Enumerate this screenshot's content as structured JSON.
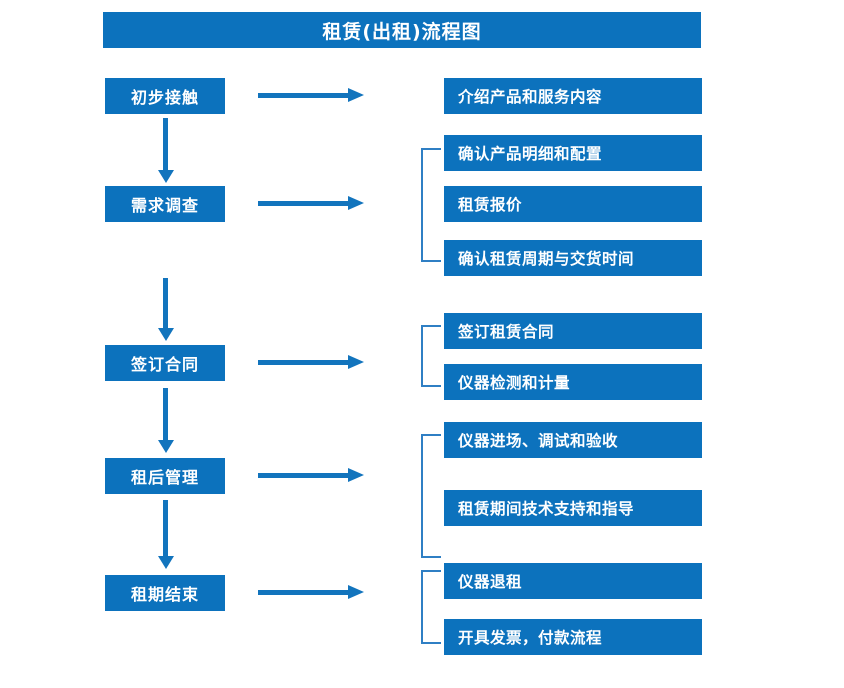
{
  "title": "租赁(出租)流程图",
  "colors": {
    "box_blue": "#0c72bd",
    "arrow_blue": "#1274bd",
    "bracket_blue": "#2f7fc4",
    "text_white": "#ffffff",
    "background": "#ffffff"
  },
  "stages": [
    {
      "id": "initial-contact",
      "label": "初步接触"
    },
    {
      "id": "demand-survey",
      "label": "需求调查"
    },
    {
      "id": "sign-contract",
      "label": "签订合同"
    },
    {
      "id": "post-rent-manage",
      "label": "租后管理"
    },
    {
      "id": "lease-end",
      "label": "租期结束"
    }
  ],
  "details": [
    {
      "id": "d1",
      "label": "介绍产品和服务内容",
      "group": 1
    },
    {
      "id": "d2",
      "label": "确认产品明细和配置",
      "group": 2
    },
    {
      "id": "d3",
      "label": "租赁报价",
      "group": 2
    },
    {
      "id": "d4",
      "label": "确认租赁周期与交货时间",
      "group": 2
    },
    {
      "id": "d5",
      "label": "签订租赁合同",
      "group": 3
    },
    {
      "id": "d6",
      "label": "仪器检测和计量",
      "group": 3
    },
    {
      "id": "d7",
      "label": "仪器进场、调试和验收",
      "group": 4
    },
    {
      "id": "d8",
      "label": "租赁期间技术支持和指导",
      "group": 4
    },
    {
      "id": "d9",
      "label": "仪器退租",
      "group": 5
    },
    {
      "id": "d10",
      "label": "开具发票，付款流程",
      "group": 5
    }
  ],
  "connectors": {
    "horizontal_arrows": 5,
    "vertical_arrows": 4,
    "brackets": 4
  }
}
